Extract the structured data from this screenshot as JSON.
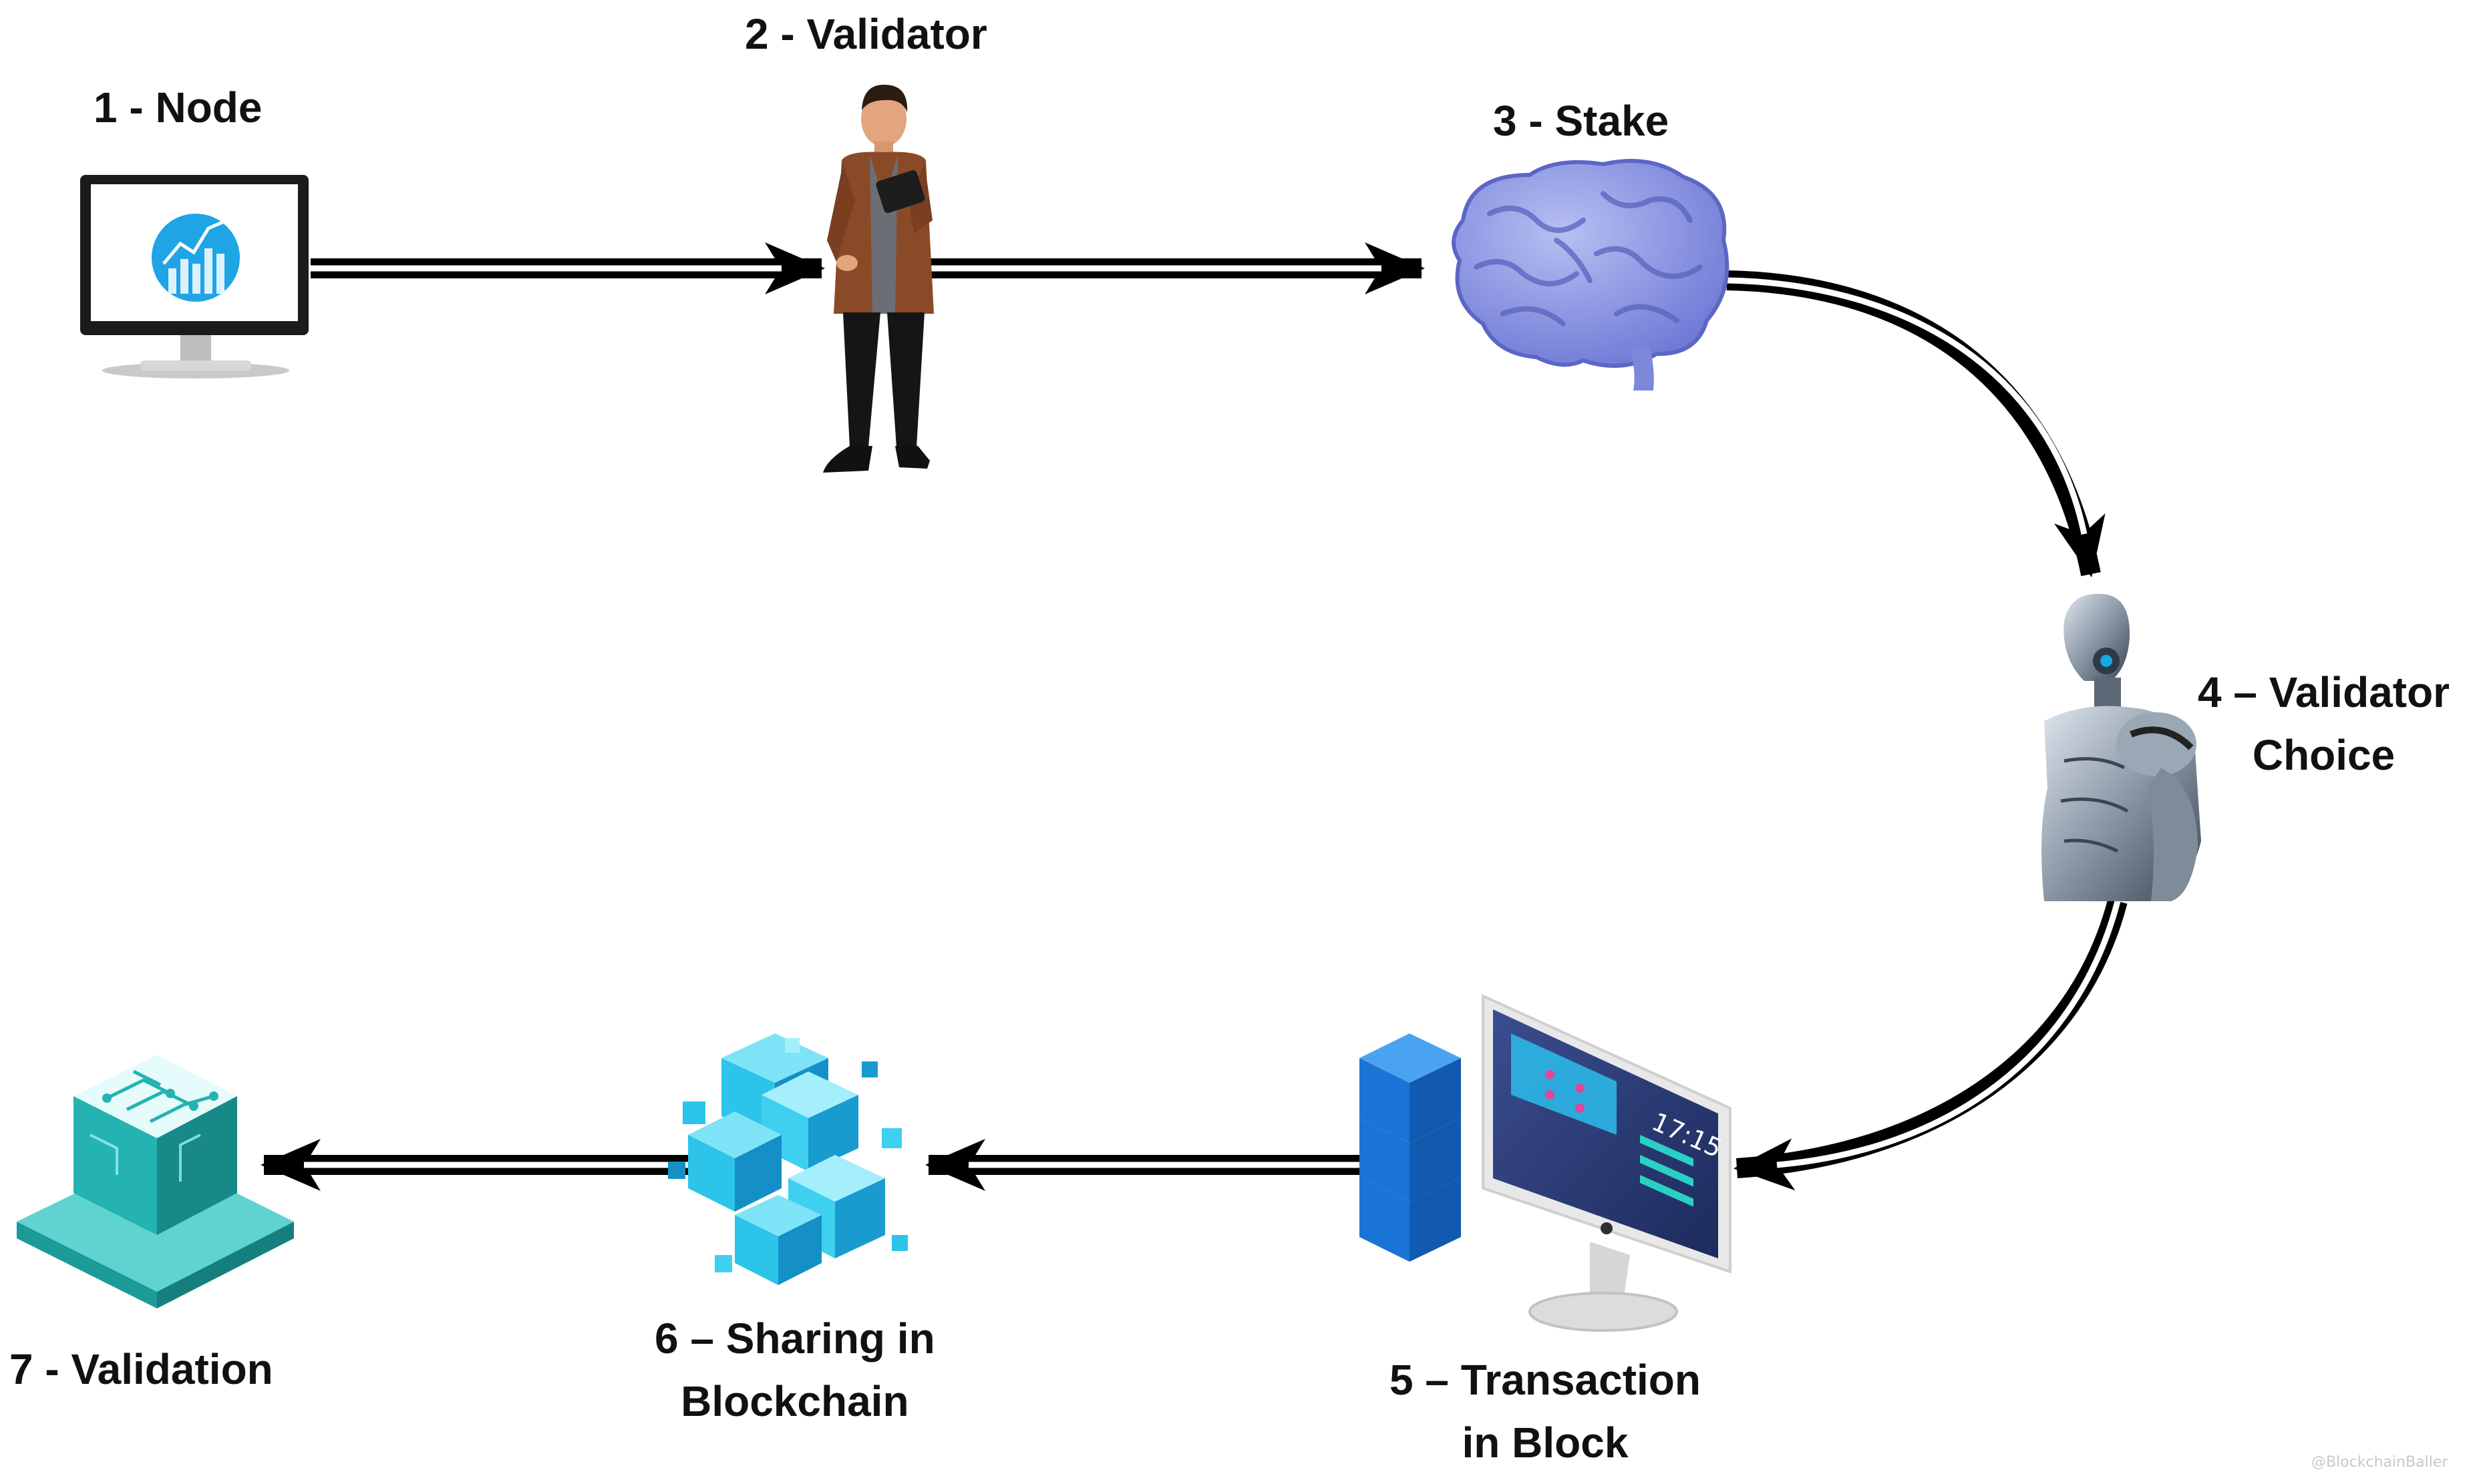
{
  "steps": [
    {
      "id": 1,
      "label": "1 - Node",
      "icon": "monitor-chart-icon"
    },
    {
      "id": 2,
      "label": "2 - Validator",
      "icon": "person-tablet-icon"
    },
    {
      "id": 3,
      "label": "3 - Stake",
      "icon": "brain-icon"
    },
    {
      "id": 4,
      "lines": [
        "4 – Validator",
        "Choice"
      ],
      "icon": "robot-icon"
    },
    {
      "id": 5,
      "lines": [
        "5 – Transaction",
        "in Block"
      ],
      "icon": "block-stack-monitor-icon"
    },
    {
      "id": 6,
      "lines": [
        "6 – Sharing in",
        "Blockchain"
      ],
      "icon": "blockchain-cubes-icon"
    },
    {
      "id": 7,
      "label": "7 - Validation",
      "icon": "circuit-chip-icon"
    }
  ],
  "flow": [
    {
      "from": 1,
      "to": 2
    },
    {
      "from": 2,
      "to": 3
    },
    {
      "from": 3,
      "to": 4
    },
    {
      "from": 4,
      "to": 5
    },
    {
      "from": 5,
      "to": 6
    },
    {
      "from": 6,
      "to": 7
    }
  ],
  "screen_clock": "17:15",
  "watermark": "@BlockchainBaller",
  "colors": {
    "arrow": "#000000",
    "text": "#111111",
    "chart_blue": "#1fa4e6",
    "brain": "#8a95e0",
    "block_blue": "#1a74d6",
    "teal": "#24b3b0",
    "cyan_cubes": "#2cc4e8",
    "jacket_brown": "#8b4a27"
  }
}
